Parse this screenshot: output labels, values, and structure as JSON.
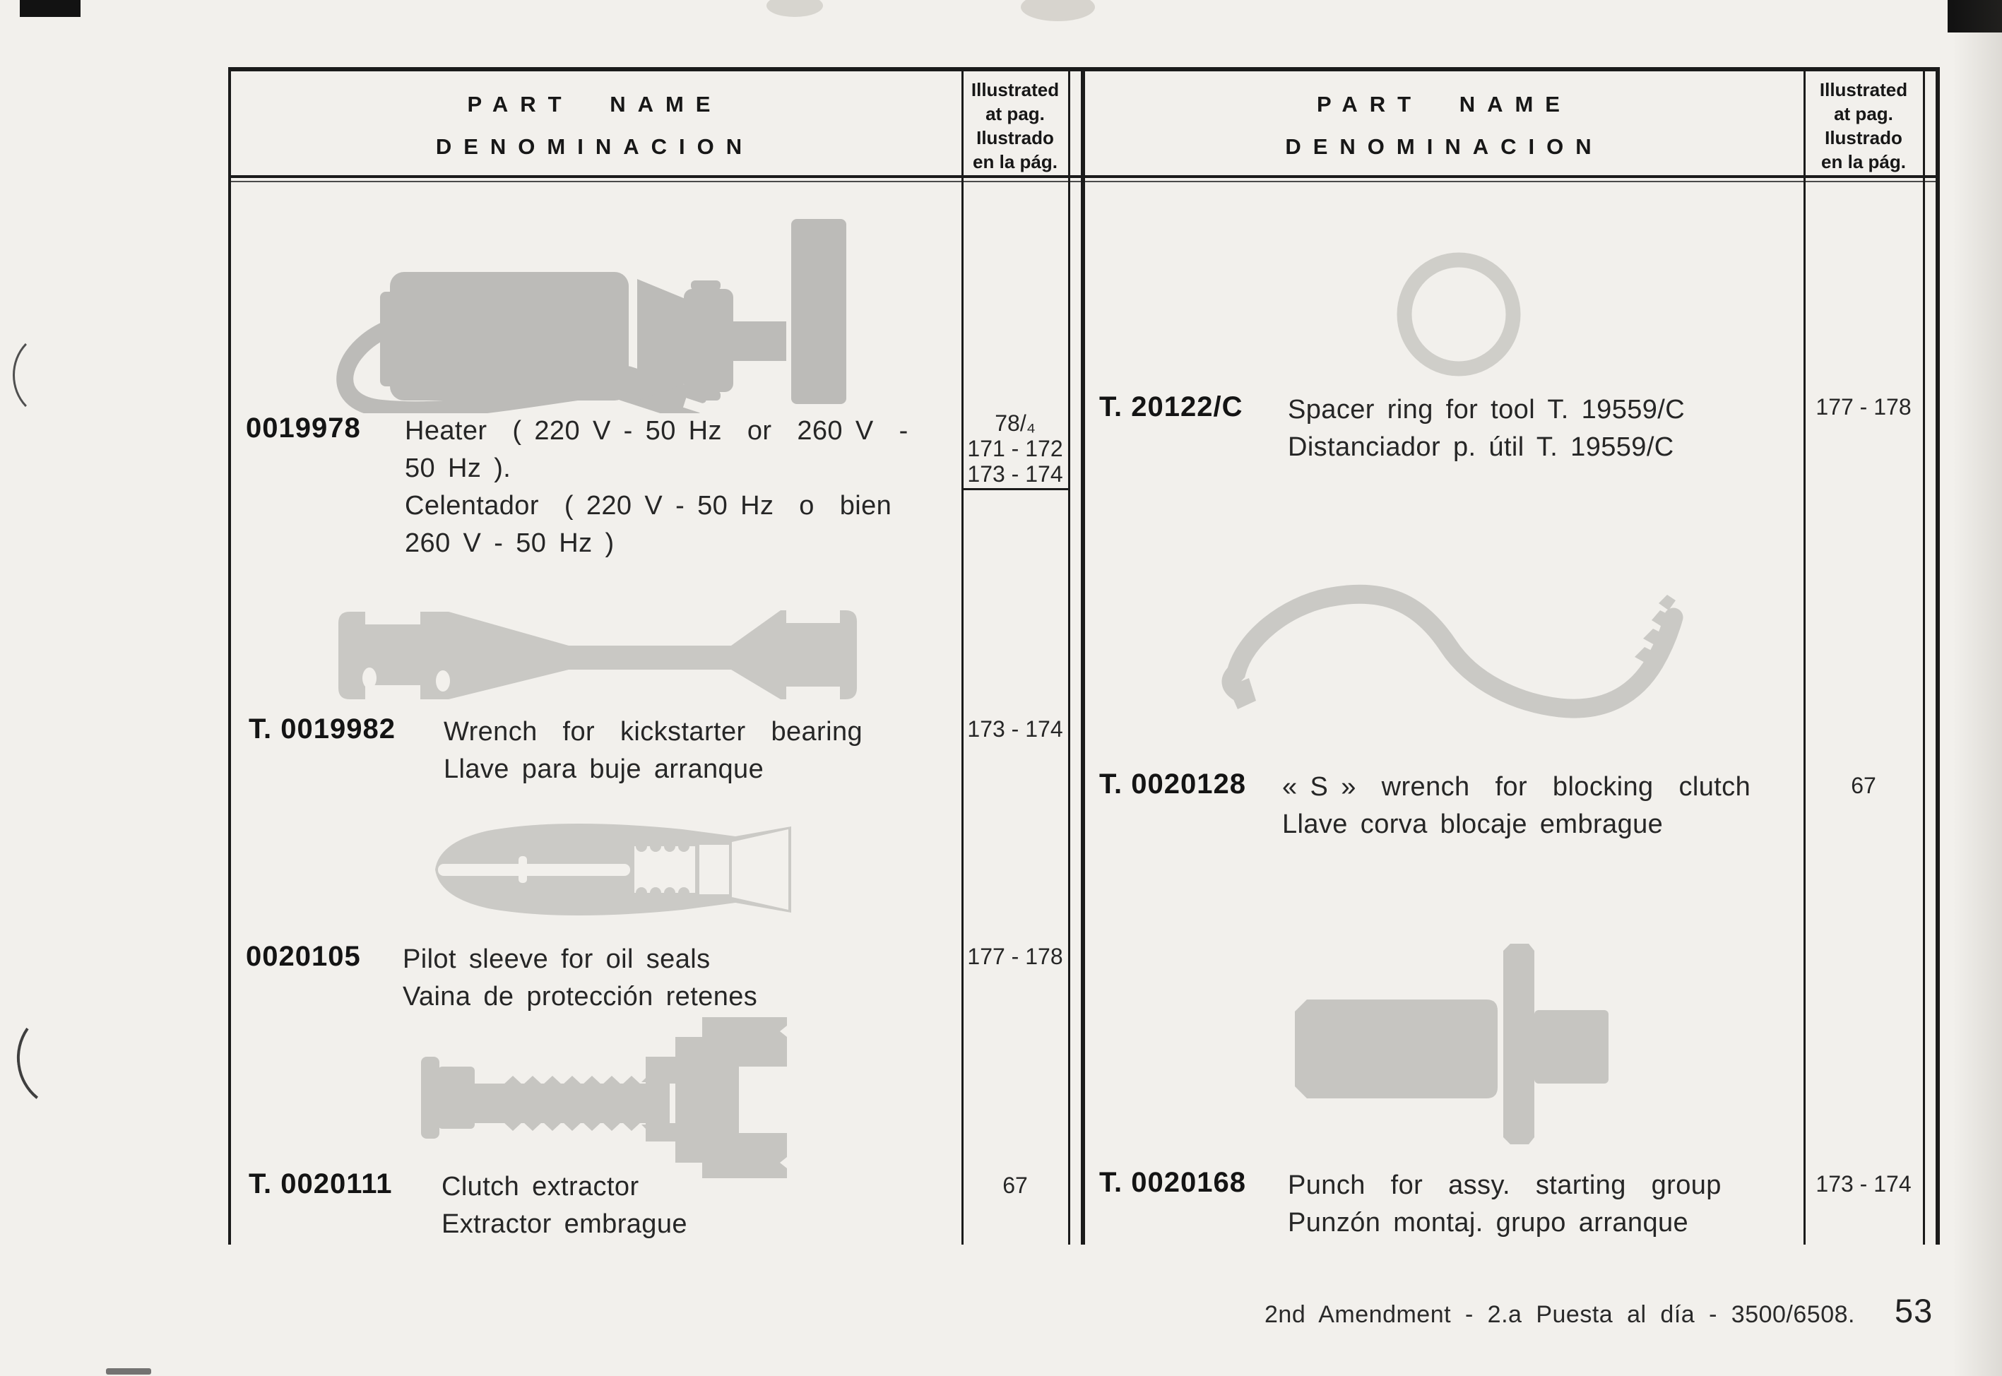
{
  "colors": {
    "paper": "#f2f0ec",
    "ink": "#1b1b1b",
    "illustration_gray": "#c4c3bf"
  },
  "left_table": {
    "header": {
      "part_name": "PART NAME",
      "denominacion": "DENOMINACION",
      "illustrated_lines": [
        "Illustrated",
        "at pag.",
        "Ilustrado",
        "en la pág."
      ]
    },
    "entries": [
      {
        "part_number": "0019978",
        "illustration": "heater-tool",
        "name_lines": [
          "Heater  ( 220 V - 50 Hz  or  260 V  -",
          "50 Hz ).",
          "Celentador  ( 220 V - 50 Hz  o  bien",
          "260 V - 50 Hz )"
        ],
        "pages": [
          "78/₄",
          "171 - 172",
          "173 - 174"
        ]
      },
      {
        "part_number": "T. 0019982",
        "illustration": "kickstarter-bearing-wrench",
        "name_lines": [
          "Wrench  for  kickstarter  bearing",
          "Llave para buje arranque"
        ],
        "pages": [
          "173 - 174"
        ]
      },
      {
        "part_number": "0020105",
        "illustration": "pilot-sleeve",
        "name_lines": [
          "Pilot sleeve for oil seals",
          "Vaina de protección retenes"
        ],
        "pages": [
          "177 - 178"
        ]
      },
      {
        "part_number": "T. 0020111",
        "illustration": "clutch-extractor",
        "name_lines": [
          "Clutch extractor",
          "Extractor embrague"
        ],
        "pages": [
          "67"
        ]
      }
    ]
  },
  "right_table": {
    "header": {
      "part_name": "PART NAME",
      "denominacion": "DENOMINACION",
      "illustrated_lines": [
        "Illustrated",
        "at pag.",
        "Ilustrado",
        "en la pág."
      ]
    },
    "entries": [
      {
        "part_number": "T. 20122/C",
        "illustration": "spacer-ring",
        "name_lines": [
          "Spacer ring for tool T. 19559/C",
          "Distanciador p. útil T. 19559/C"
        ],
        "pages": [
          "177 - 178"
        ]
      },
      {
        "part_number": "T. 0020128",
        "illustration": "s-wrench",
        "name_lines": [
          "« S »  wrench  for  blocking  clutch",
          "Llave corva blocaje embrague"
        ],
        "pages": [
          "67"
        ]
      },
      {
        "part_number": "T. 0020168",
        "illustration": "starting-group-punch",
        "name_lines": [
          "Punch  for  assy.  starting  group",
          "Punzón montaj. grupo arranque"
        ],
        "pages": [
          "173 - 174"
        ]
      }
    ]
  },
  "footer": {
    "amendment": "2nd  Amendment  -  2.a  Puesta  al  día  -  3500/6508.",
    "page_number": "53"
  }
}
